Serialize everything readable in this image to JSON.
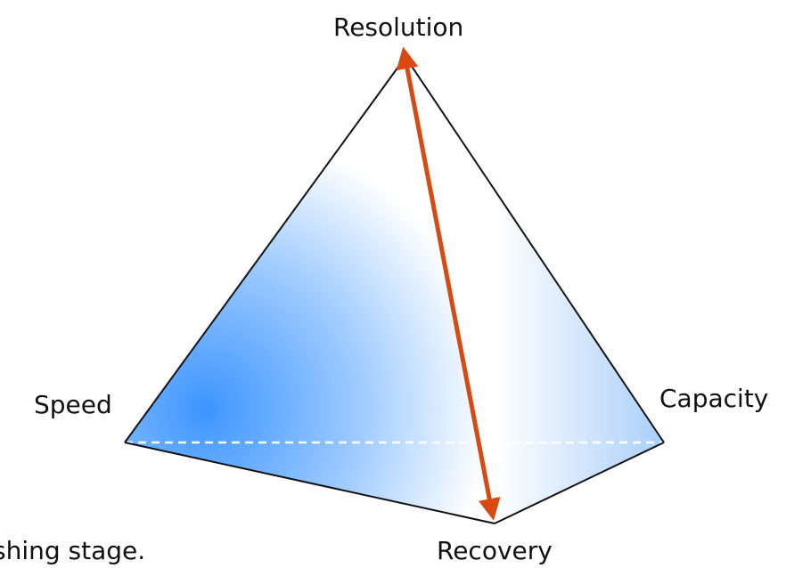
{
  "diagram": {
    "vertices": {
      "top": "Resolution",
      "left": "Speed",
      "right": "Capacity",
      "bottom": "Recovery"
    },
    "caption_fragment": "shing stage.",
    "colors": {
      "face_gradient_dark": "#3d95ff",
      "face_gradient_light": "#ffffff",
      "edge": "#111111",
      "hidden_edge": "#ffffff",
      "arrow": "#d84a12"
    },
    "arrow": {
      "from": "Resolution",
      "to": "Recovery",
      "style": "double-headed"
    }
  }
}
